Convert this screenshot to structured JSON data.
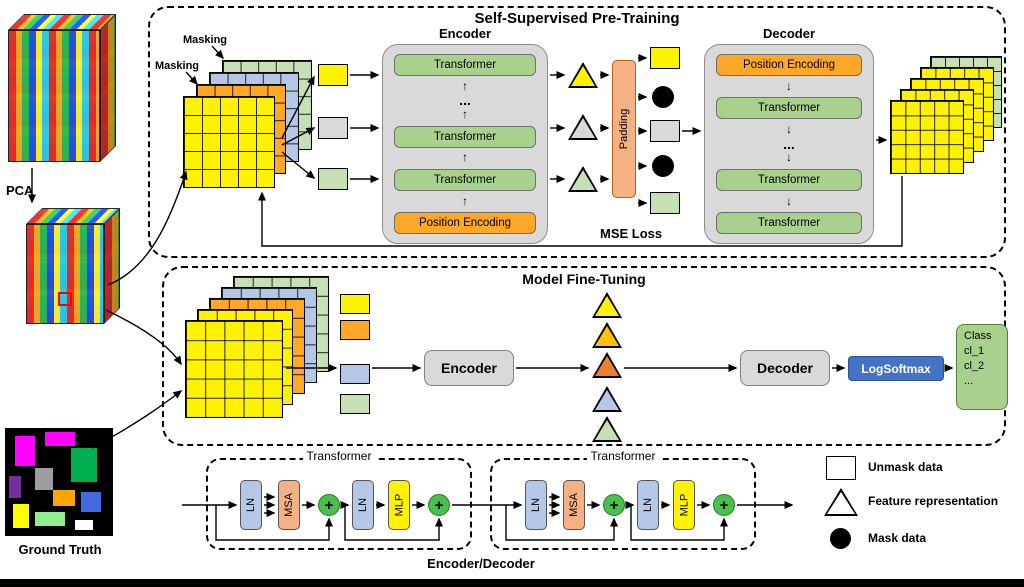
{
  "colors": {
    "yellow": "#FFF200",
    "orange": "#FFA726",
    "salmon": "#F4B183",
    "green": "#A9D18E",
    "lightgreen": "#C5E0B4",
    "blue": "#B4C7E7",
    "gray": "#D9D9D9",
    "darkblue": "#4472C4",
    "plusgreen": "#4DBD4D",
    "mustard": "#FFC000",
    "deeporange": "#ED7D31"
  },
  "left_panel": {
    "pca_label": "PCA",
    "ground_truth_label": "Ground Truth"
  },
  "pretraining": {
    "title": "Self-Supervised Pre-Training",
    "masking_label_1": "Masking",
    "masking_label_2": "Masking",
    "encoder_title": "Encoder",
    "encoder_blocks": [
      "Transformer",
      "...",
      "Transformer",
      "Transformer",
      "Position Encoding"
    ],
    "padding_label": "Padding",
    "decoder_title": "Decoder",
    "decoder_blocks": [
      "Position Encoding",
      "Transformer",
      "...",
      "Transformer",
      "Transformer"
    ],
    "mse_loss_label": "MSE Loss",
    "up_arrow": "↑",
    "down_arrow": "↓"
  },
  "finetuning": {
    "title": "Model Fine-Tuning",
    "encoder_label": "Encoder",
    "decoder_label": "Decoder",
    "logsoftmax_label": "LogSoftmax",
    "class_lines": [
      "Class",
      "cl_1",
      "cl_2",
      "..."
    ]
  },
  "transformer_detail": {
    "title": "Transformer",
    "ln_label": "LN",
    "msa_label": "MSA",
    "mlp_label": "MLP",
    "plus_label": "+",
    "caption": "Encoder/Decoder"
  },
  "legend": {
    "unmask_label": "Unmask data",
    "feature_label": "Feature representation",
    "mask_label": "Mask data"
  }
}
